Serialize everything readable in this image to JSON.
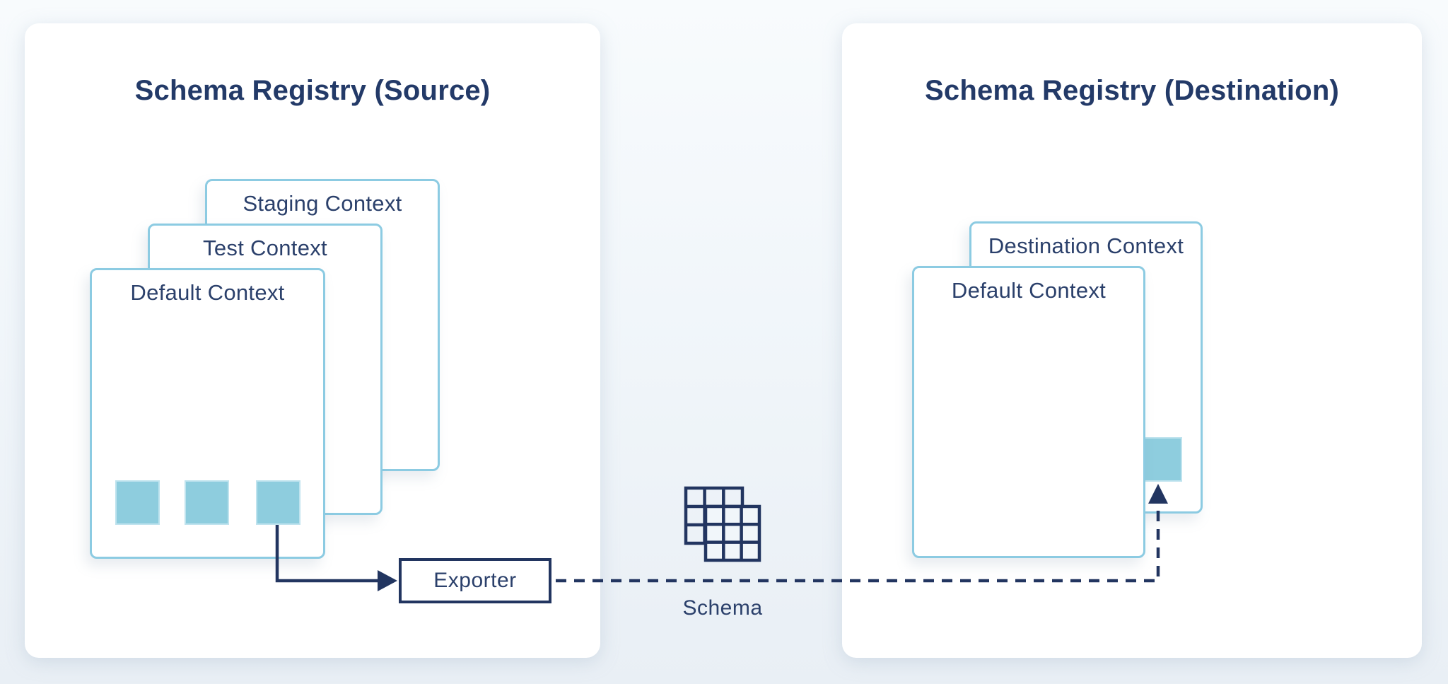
{
  "diagram": {
    "source_registry": {
      "title": "Schema Registry (Source)",
      "contexts": [
        {
          "label": "Staging Context",
          "schema_count": 0
        },
        {
          "label": "Test Context",
          "schema_count": 0
        },
        {
          "label": "Default Context",
          "schema_count": 3
        }
      ]
    },
    "destination_registry": {
      "title": "Schema Registry (Destination)",
      "contexts": [
        {
          "label": "Destination Context",
          "schema_count": 1
        },
        {
          "label": "Default Context",
          "schema_count": 0
        }
      ]
    },
    "exporter": {
      "label": "Exporter"
    },
    "schema": {
      "label": "Schema",
      "icon": "schema-grid-icon"
    },
    "flow": [
      "Default Context (source) -> Exporter",
      "Exporter -> Destination Context (destination)"
    ],
    "colors": {
      "navy_text": "#233a68",
      "navy_line": "#223560",
      "schema_fill": "#8ecdde",
      "card_border": "#8ccbe2",
      "panel_background": "#ffffff",
      "page_background": "#eef4f9"
    }
  }
}
